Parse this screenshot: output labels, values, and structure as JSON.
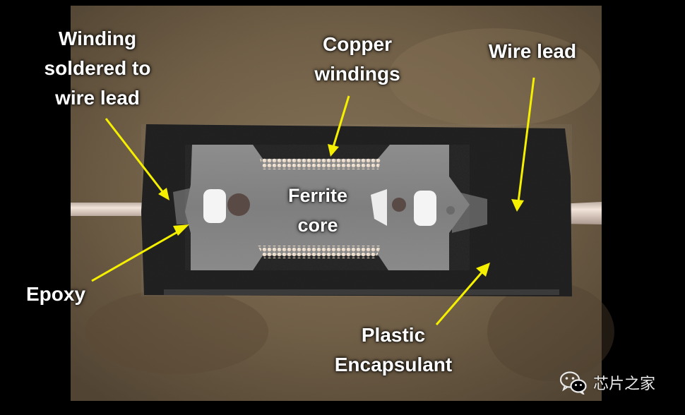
{
  "labels": {
    "winding_soldered": [
      "Winding",
      "soldered to",
      "wire lead"
    ],
    "copper_windings": [
      "Copper",
      "windings"
    ],
    "wire_lead": "Wire lead",
    "ferrite_core": [
      "Ferrite",
      "core"
    ],
    "epoxy": "Epoxy",
    "plastic_encapsulant": [
      "Plastic",
      "Encapsulant"
    ]
  },
  "watermark": {
    "text": "芯片之家",
    "icon": "wechat-icon"
  },
  "colors": {
    "arrow": "#f5f000",
    "label_text": "#ffffff",
    "encapsulant": "#1a1a1a",
    "ferrite": "#7a7a7a",
    "copper": "#d9c7b3",
    "background_stone": "#6b5a44"
  }
}
